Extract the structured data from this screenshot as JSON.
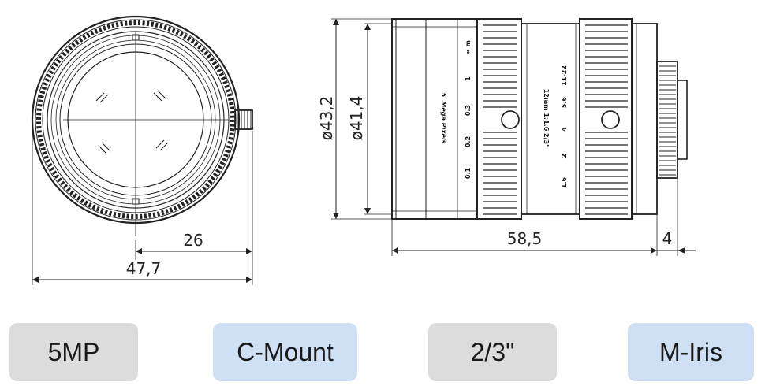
{
  "front_view": {
    "outer_diameter_label": "47,7",
    "offset_label": "26"
  },
  "side_view": {
    "diameter_outer_label": "ø43,2",
    "diameter_inner_label": "ø41,4",
    "length_label": "58,5",
    "mount_label": "4",
    "brand_text": "5' Mega Pixels",
    "focus_scale": [
      "0.1",
      "0.2",
      "0.3",
      "1",
      "∞ m"
    ],
    "focus_values": [
      "0.1",
      "0.2",
      "0.3",
      "1",
      "∞ m"
    ],
    "model_line": "12mm 1:1.6 2/3\"",
    "fstops": [
      "1.6",
      "2",
      "4",
      "5.6",
      "11-22"
    ]
  },
  "badges": [
    {
      "label": "5MP",
      "color": "#dcdcdc"
    },
    {
      "label": "C-Mount",
      "color": "#cfe0f5"
    },
    {
      "label": "2/3\"",
      "color": "#dcdcdc"
    },
    {
      "label": "M-Iris",
      "color": "#cfe0f5"
    }
  ]
}
